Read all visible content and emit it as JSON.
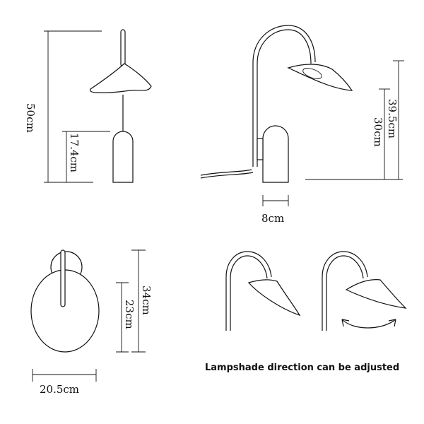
{
  "dimensions": {
    "total_height": "50cm",
    "base_height": "17.4cm",
    "shade_height": "39.5cm",
    "base_top_height": "30cm",
    "base_width": "8cm",
    "overall_height_top": "34cm",
    "shade_top_height": "23cm",
    "top_width": "20.5cm"
  },
  "caption": "Lampshade direction can be adjusted"
}
